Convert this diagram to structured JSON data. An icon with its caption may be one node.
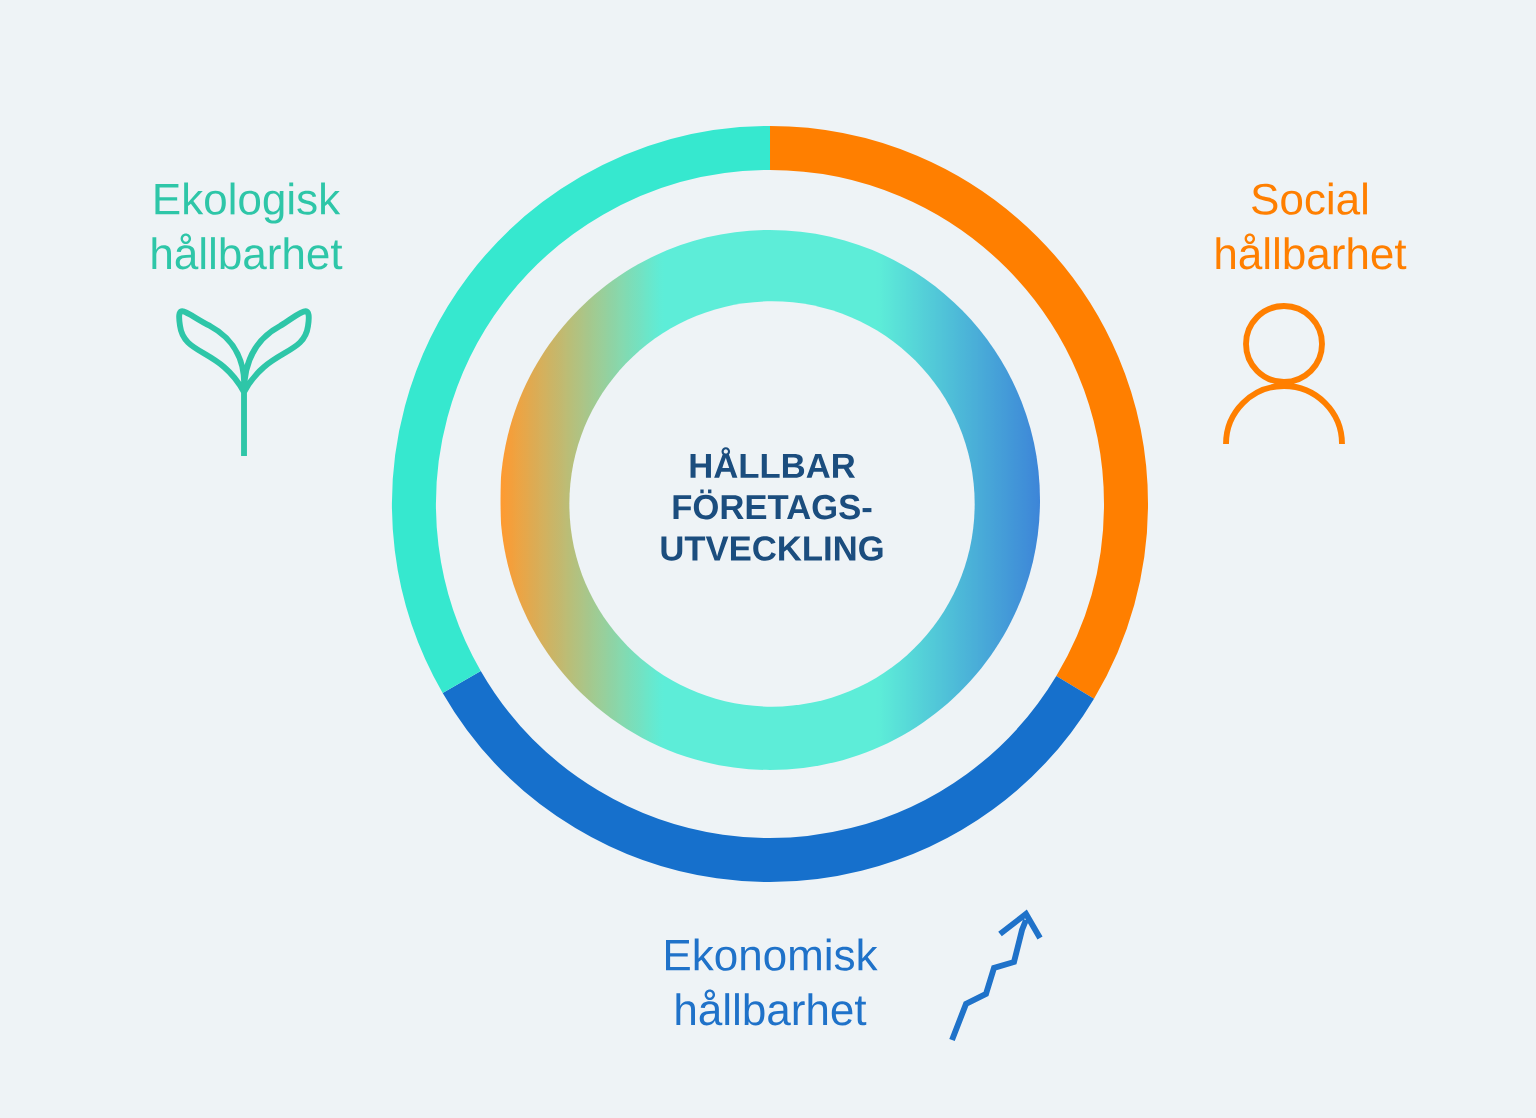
{
  "diagram": {
    "nodes": [
      {
        "text": [
          "HÅLLBAR FÖRETAGS- UTVECKLING"
        ]
      }
    ],
    "labels": [
      "Ekologisk hållbarhet",
      "Social hållbarhet",
      "Ekonomisk hållbarhet"
    ]
  }
}
